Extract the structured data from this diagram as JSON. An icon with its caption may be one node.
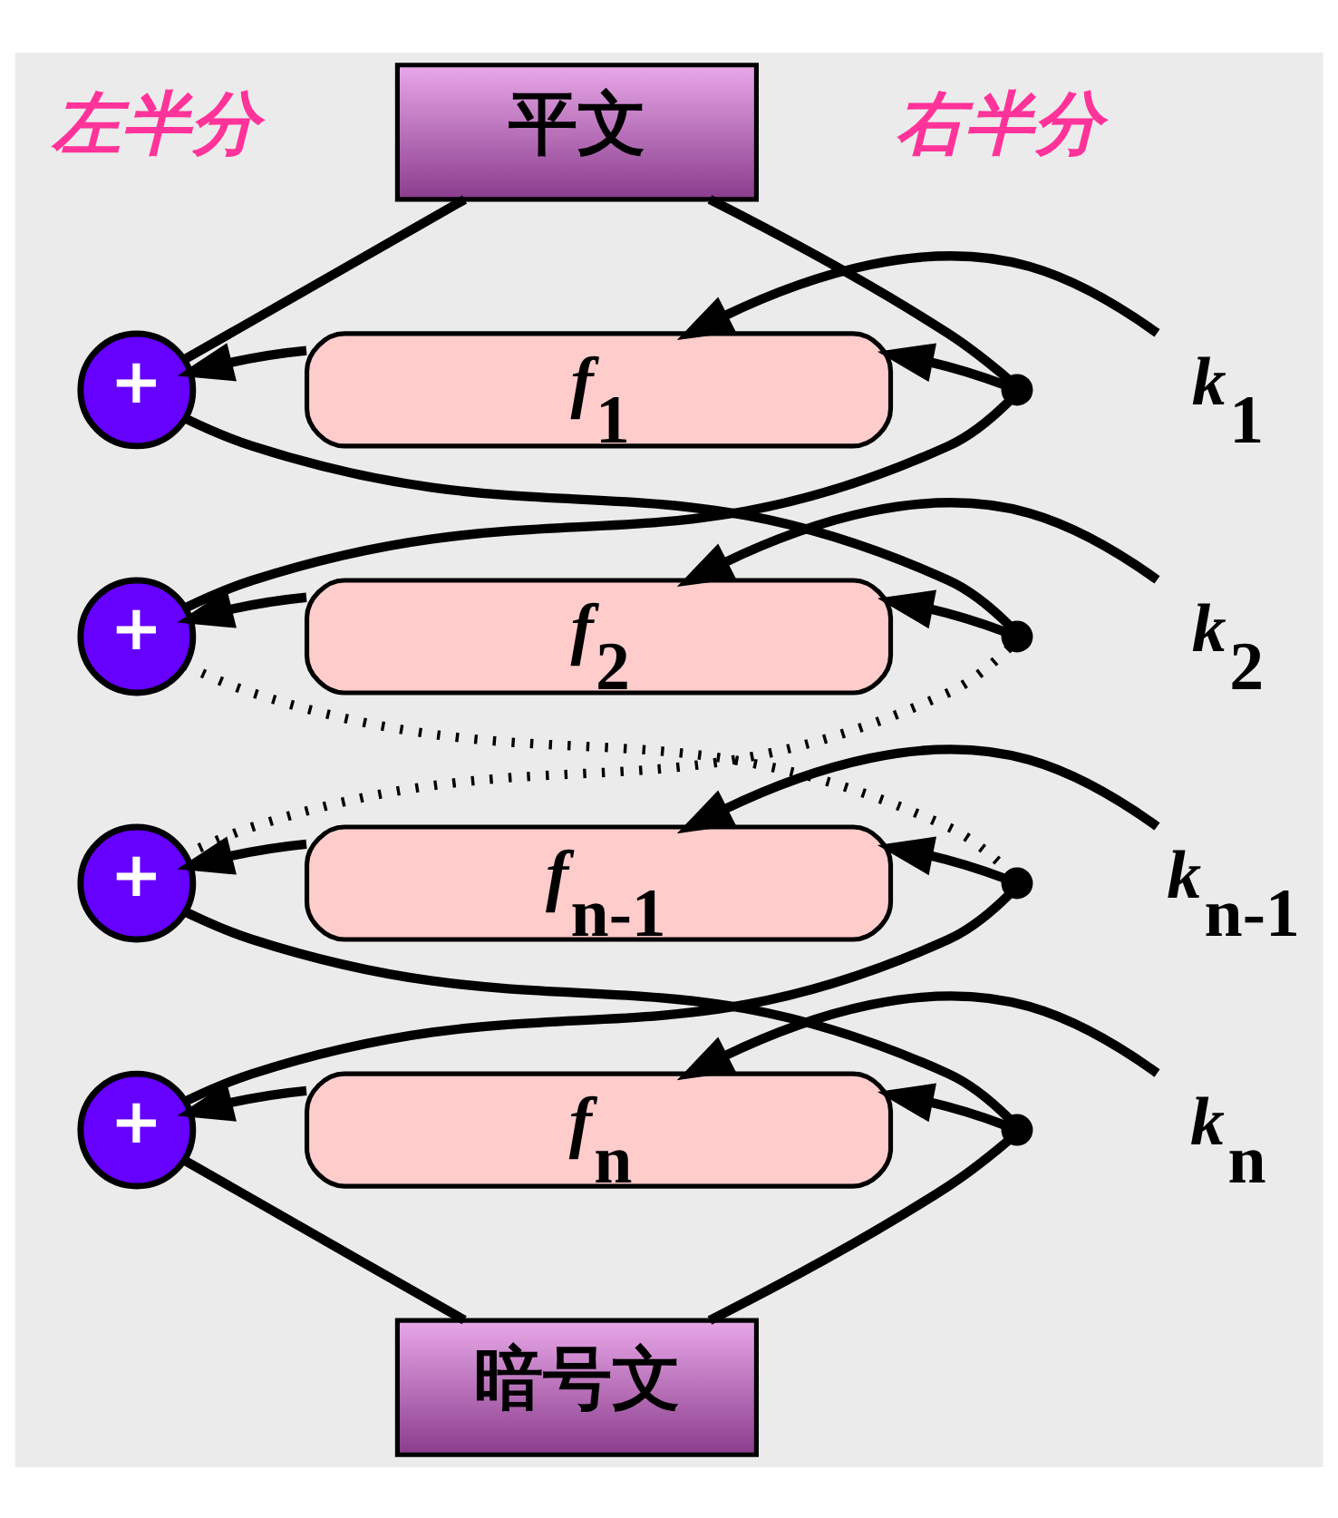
{
  "diagram": {
    "nodes": [
      {
        "text": [
          "平文"
        ]
      },
      {
        "text": [
          "+"
        ]
      },
      {
        "text": [
          "f$_{1}$"
        ]
      },
      {
        "text": [],
        "shape": "circle"
      },
      {
        "text": [
          "k$_{1}$"
        ]
      },
      {
        "text": [
          "+"
        ]
      },
      {
        "text": [
          "f$_{2}$"
        ]
      },
      {
        "text": [],
        "shape": "circle"
      },
      {
        "text": [
          "k$_{2}$"
        ]
      },
      {
        "text": [
          "+"
        ]
      },
      {
        "text": [
          "f$_{n-1}$"
        ]
      },
      {
        "text": [],
        "shape": "circle"
      },
      {
        "text": [
          "k$_{n-1}$"
        ]
      },
      {
        "text": [
          "+"
        ]
      },
      {
        "text": [
          "f$_{n}$"
        ]
      },
      {
        "text": [],
        "shape": "circle"
      },
      {
        "text": [
          "k$_{n}$"
        ]
      },
      {
        "text": [
          "暗号文"
        ]
      }
    ],
    "edges": [
      {
        "from": 0,
        "to": 1,
        "arrow": "none"
      },
      {
        "from": 0,
        "to": 3,
        "arrow": "none"
      },
      {
        "from": 3,
        "to": 2,
        "arrow": "to"
      },
      {
        "from": 2,
        "to": 1,
        "arrow": "to"
      },
      {
        "from": 4,
        "to": 2,
        "arrow": "to"
      },
      {
        "from": 1,
        "to": 7,
        "arrow": "none"
      },
      {
        "from": 3,
        "to": 5,
        "arrow": "none"
      },
      {
        "from": 7,
        "to": 6,
        "arrow": "to"
      },
      {
        "from": 6,
        "to": 5,
        "arrow": "to"
      },
      {
        "from": 8,
        "to": 6,
        "arrow": "to"
      },
      {
        "from": 5,
        "to": 11,
        "arrow": "none",
        "style": "dashed"
      },
      {
        "from": 7,
        "to": 9,
        "arrow": "none",
        "style": "dashed"
      },
      {
        "from": 11,
        "to": 10,
        "arrow": "to"
      },
      {
        "from": 10,
        "to": 9,
        "arrow": "to"
      },
      {
        "from": 12,
        "to": 10,
        "arrow": "to"
      },
      {
        "from": 9,
        "to": 15,
        "arrow": "none"
      },
      {
        "from": 11,
        "to": 13,
        "arrow": "none"
      },
      {
        "from": 15,
        "to": 14,
        "arrow": "to"
      },
      {
        "from": 14,
        "to": 13,
        "arrow": "to"
      },
      {
        "from": 16,
        "to": 14,
        "arrow": "to"
      },
      {
        "from": 13,
        "to": 17,
        "arrow": "none"
      },
      {
        "from": 15,
        "to": 17,
        "arrow": "none"
      }
    ],
    "labels": [
      "左半分",
      "右半分"
    ]
  }
}
